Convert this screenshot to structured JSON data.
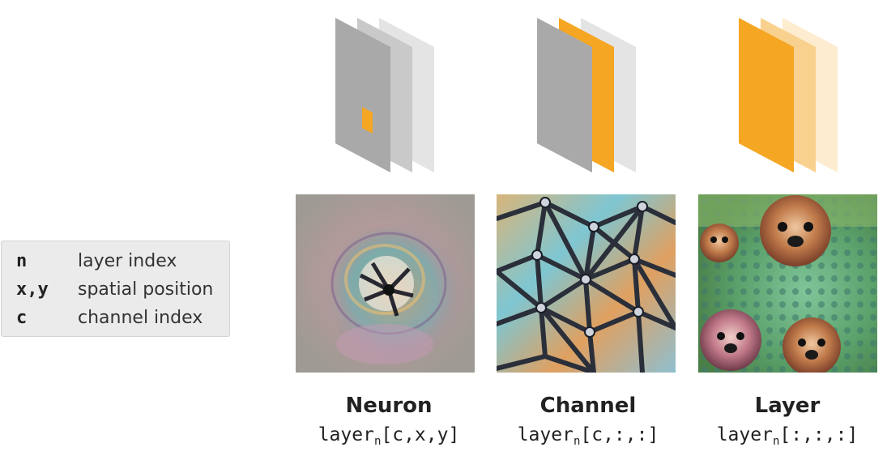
{
  "legend": {
    "rows": [
      {
        "key": "n",
        "desc": "layer index"
      },
      {
        "key": "x,y",
        "desc": "spatial position"
      },
      {
        "key": "c",
        "desc": "channel index"
      }
    ]
  },
  "columns": [
    {
      "title": "Neuron",
      "code_prefix": "layer",
      "code_sub": "n",
      "code_suffix": "[c,x,y]"
    },
    {
      "title": "Channel",
      "code_prefix": "layer",
      "code_sub": "n",
      "code_suffix": "[c,:,:]"
    },
    {
      "title": "Layer",
      "code_prefix": "layer",
      "code_sub": "n",
      "code_suffix": "[:,:,:]"
    }
  ],
  "colors": {
    "highlight": "#f5a623",
    "plane_dark": "#a9a9a9",
    "plane_mid": "#c8c8c8",
    "plane_light": "#e4e4e4"
  }
}
